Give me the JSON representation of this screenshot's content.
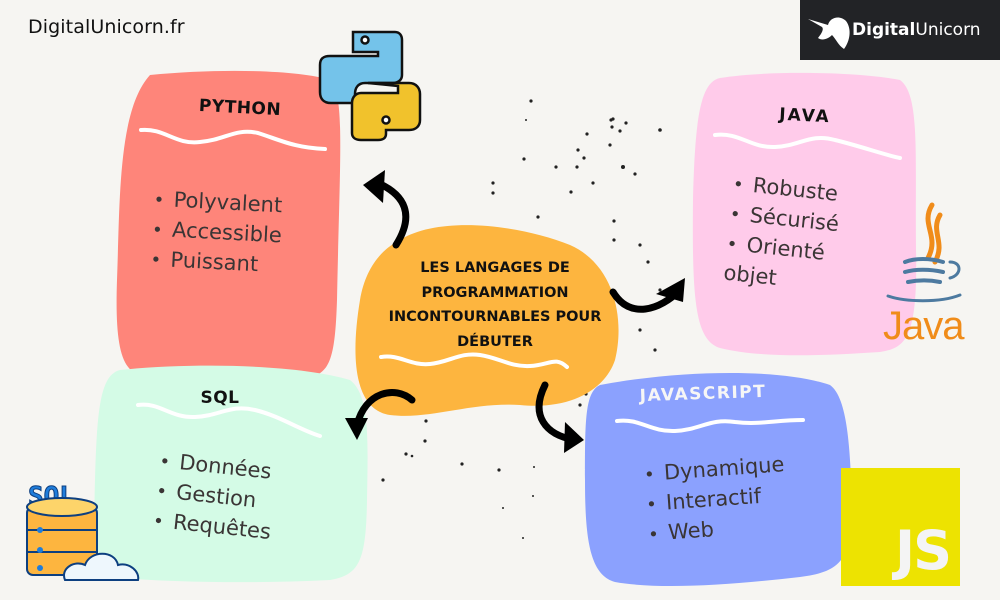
{
  "header": {
    "site_url": "DigitalUnicorn.fr",
    "brand_logo": {
      "bold": "Digital",
      "regular": "Unicorn",
      "icon": "unicorn-icon"
    }
  },
  "center": {
    "title_lines": [
      "LES LANGAGES DE",
      "PROGRAMMATION",
      "INCONTOURNABLES POUR",
      "DÉBUTER"
    ],
    "color": "#fdb53f"
  },
  "cards": {
    "python": {
      "title": "PYTHON",
      "items": [
        "Polyvalent",
        "Accessible",
        "Puissant"
      ],
      "color": "#fe857a",
      "icon": "python-logo-icon"
    },
    "java": {
      "title": "JAVA",
      "items": [
        "Robuste",
        "Sécurisé",
        "Orienté objet"
      ],
      "color": "#ffcbea",
      "icon": "java-logo-icon",
      "logo_text": "Java"
    },
    "sql": {
      "title": "SQL",
      "items": [
        "Données",
        "Gestion",
        "Requêtes"
      ],
      "color": "#d4fbe6",
      "icon": "sql-database-cloud-icon"
    },
    "javascript": {
      "title": "JAVASCRIPT",
      "items": [
        "Dynamique",
        "Interactif",
        "Web"
      ],
      "color": "#8ba1fe",
      "icon": "js-logo-icon",
      "logo_text": "JS"
    }
  },
  "arrows": [
    "arrow-to-python",
    "arrow-to-java",
    "arrow-to-sql",
    "arrow-to-javascript"
  ]
}
